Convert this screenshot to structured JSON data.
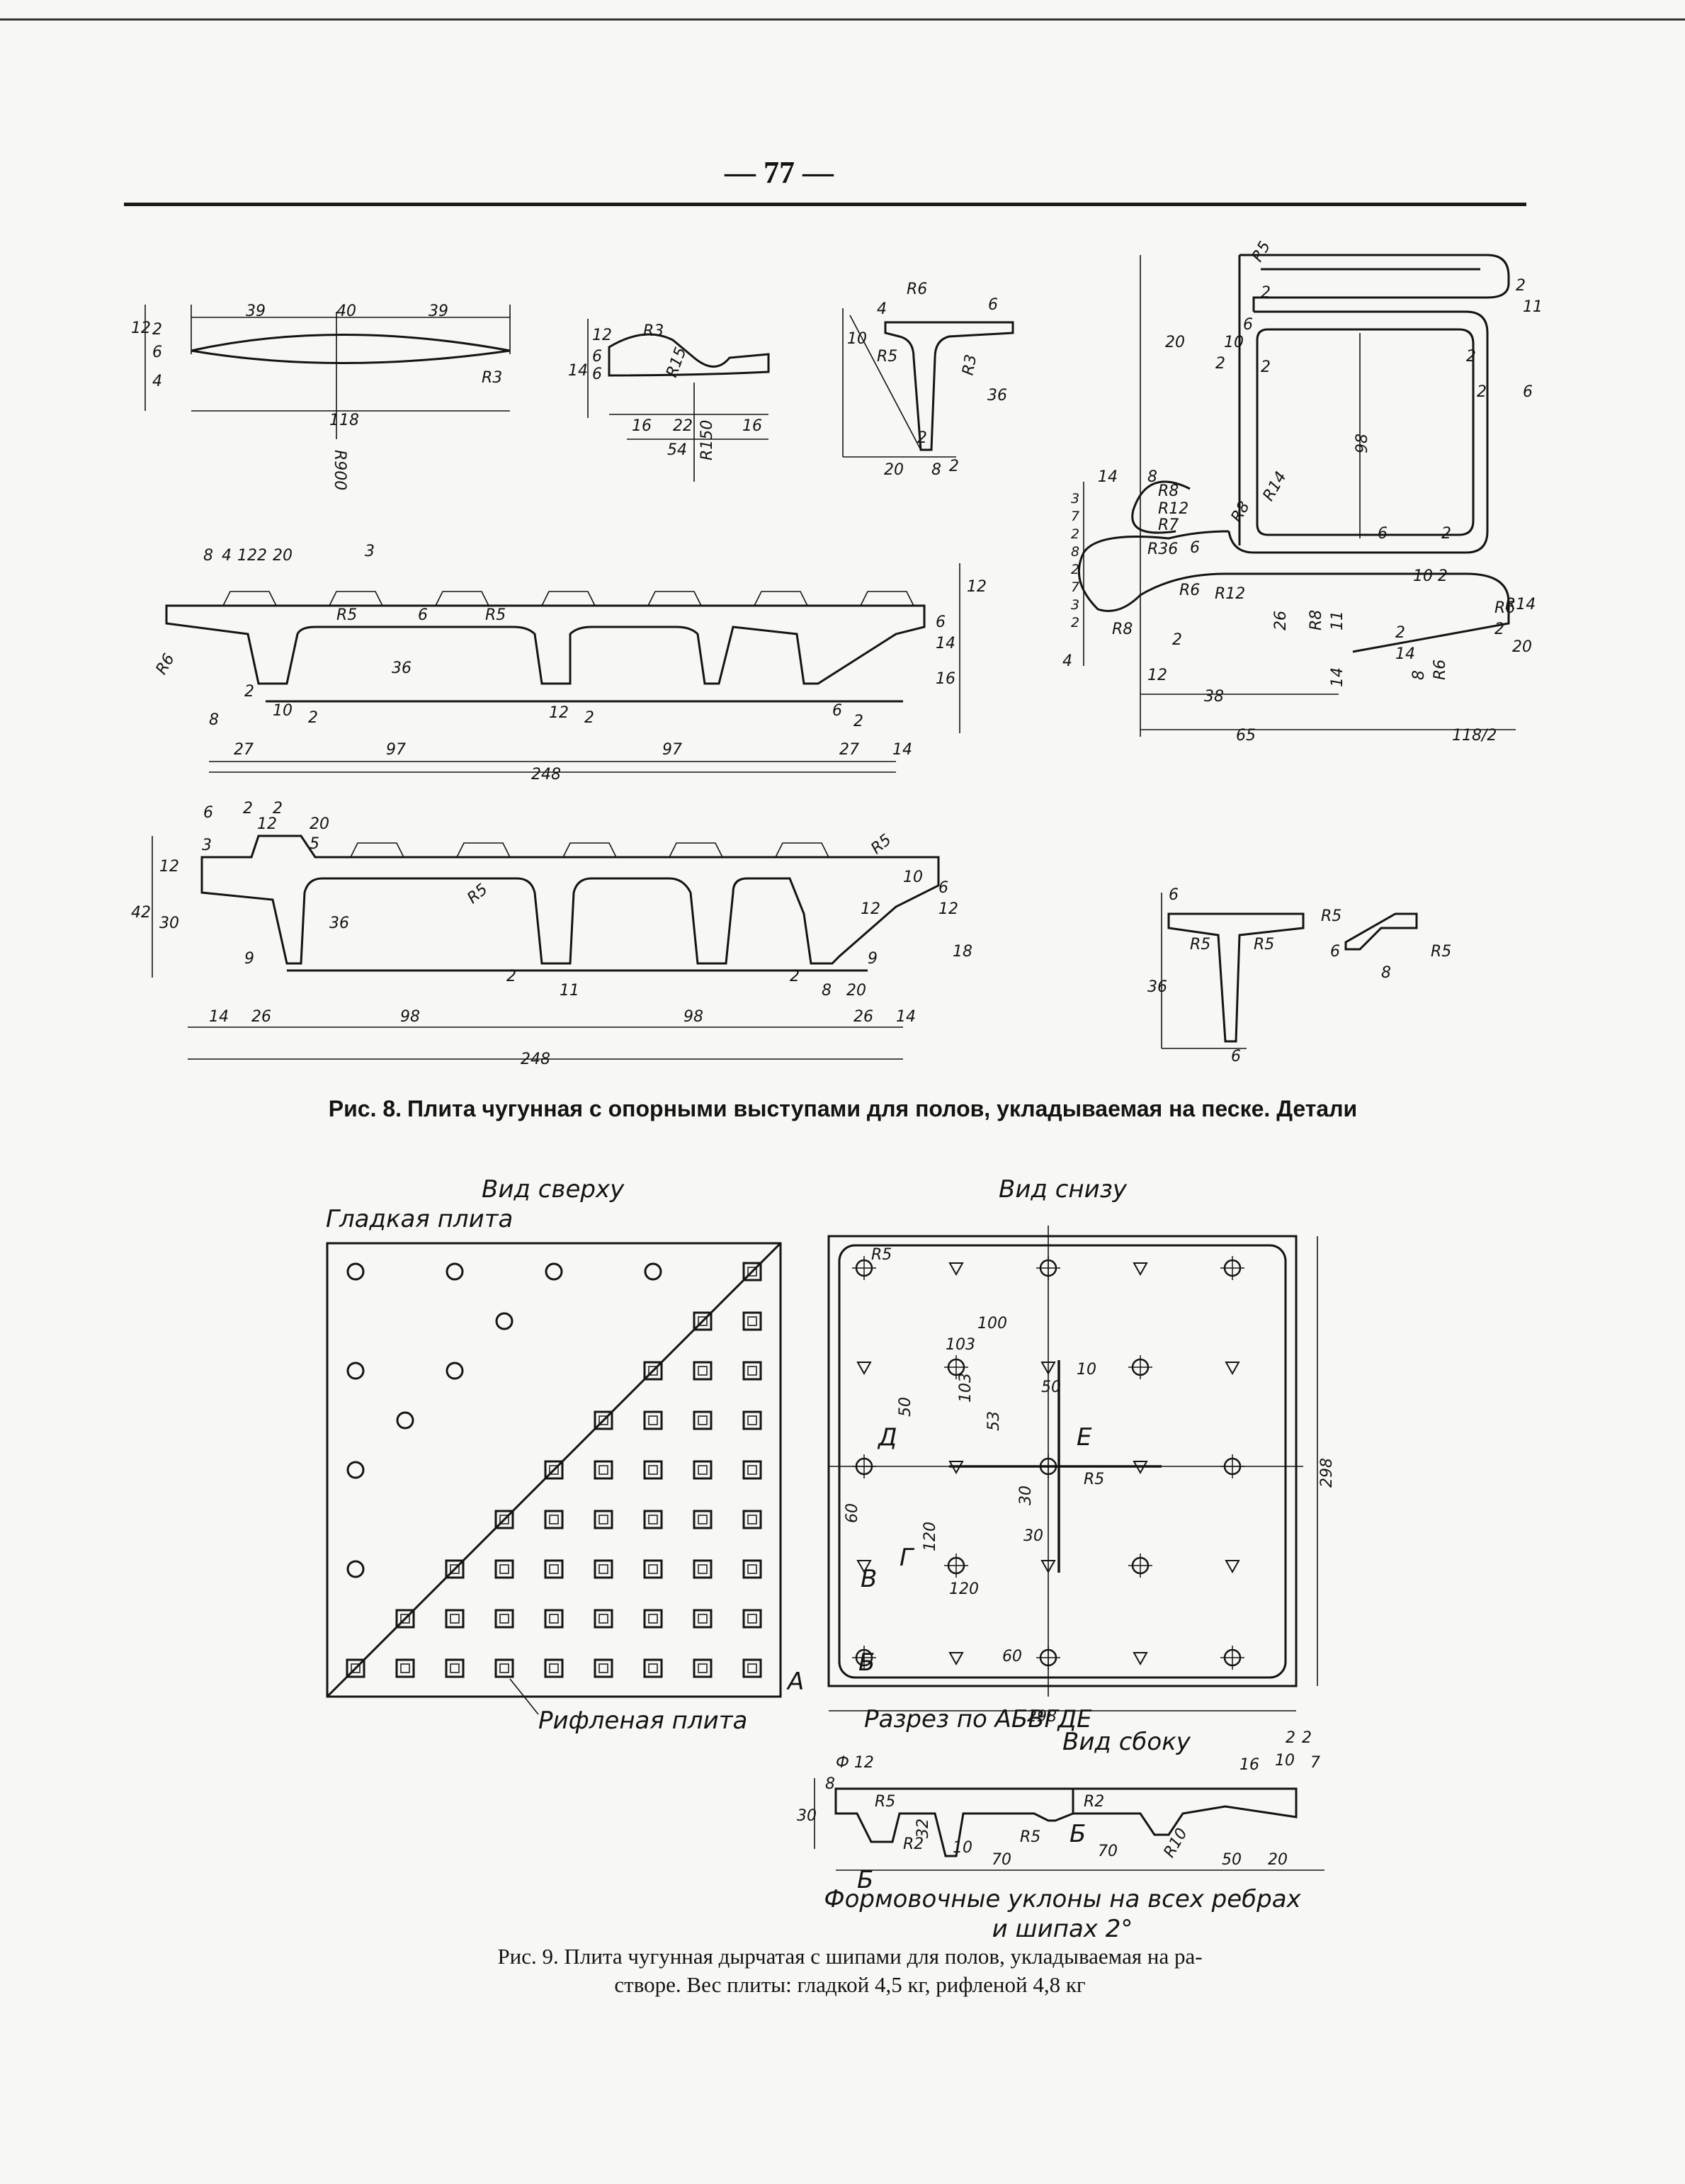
{
  "page": {
    "number": "— 77 —"
  },
  "figure8": {
    "caption_label": "Рис. 8.",
    "caption_text": "Плита чугунная с опорными выступами для полов, укладываемая на песке. Детали",
    "detail1": {
      "dims": [
        "39",
        "40",
        "39",
        "118",
        "R3",
        "R900",
        "12",
        "2",
        "6",
        "4"
      ]
    },
    "detail2": {
      "dims": [
        "R3",
        "R15",
        "R150",
        "16",
        "22",
        "16",
        "54",
        "14",
        "6",
        "6",
        "12"
      ]
    },
    "detail3": {
      "dims": [
        "R6",
        "R5",
        "R3",
        "4",
        "10",
        "6",
        "36",
        "20",
        "8",
        "2",
        "2"
      ]
    },
    "section1": {
      "dims": [
        "8",
        "4",
        "12",
        "2",
        "20",
        "3",
        "R5",
        "R5",
        "R6",
        "6",
        "36",
        "6",
        "14",
        "16",
        "12",
        "2",
        "10",
        "2",
        "12",
        "2",
        "6",
        "2",
        "8",
        "27",
        "97",
        "97",
        "27",
        "14",
        "248"
      ]
    },
    "section2": {
      "dims": [
        "6",
        "2",
        "2",
        "12",
        "20",
        "3",
        "5",
        "R5",
        "R5",
        "12",
        "42",
        "30",
        "12",
        "36",
        "9",
        "9",
        "10",
        "6",
        "12",
        "18",
        "2",
        "11",
        "2",
        "8",
        "20",
        "14",
        "26",
        "98",
        "98",
        "26",
        "14",
        "248"
      ]
    },
    "corner": {
      "dims": [
        "R5",
        "2",
        "20",
        "2",
        "10",
        "6",
        "2",
        "2",
        "11",
        "2",
        "2",
        "6",
        "98",
        "14",
        "8",
        "R8",
        "R12",
        "R7",
        "R14",
        "R8",
        "R36",
        "6",
        "R6",
        "R12",
        "R8",
        "2",
        "10",
        "2",
        "R6",
        "2",
        "R14",
        "20",
        "26",
        "R8",
        "11",
        "2",
        "14",
        "8",
        "R6",
        "14",
        "12",
        "38",
        "65",
        "118/2",
        "3",
        "7",
        "2",
        "8",
        "2",
        "7",
        "3",
        "2",
        "4",
        "6",
        "2"
      ]
    },
    "tee": {
      "dims": [
        "6",
        "R5",
        "R5",
        "36",
        "6",
        "R5",
        "6",
        "R5",
        "8"
      ]
    }
  },
  "figure9": {
    "caption_line1": "Рис. 9. Плита чугунная дырчатая с шипами для полов, укладываемая на ра-",
    "caption_line2": "створе. Вес плиты: гладкой 4,5 кг, рифленой 4,8 кг",
    "top_view_title": "Вид сверху",
    "smooth_plate": "Гладкая плита",
    "ribbed_plate": "Рифленая плита",
    "bottom_view_title": "Вид снизу",
    "side_view_title": "Вид сбоку",
    "section_title": "Разрез по АБВГДЕ",
    "molding_note_line1": "Формовочные уклоны на всех ребрах",
    "molding_note_line2": "и шипах 2°",
    "label_a": "А",
    "bottom_dims": [
      "R5",
      "100",
      "103",
      "10",
      "50",
      "50",
      "103",
      "53",
      "Д",
      "Е",
      "R5",
      "30",
      "30",
      "60",
      "120",
      "В",
      "Г",
      "120",
      "60",
      "Б",
      "298",
      "298"
    ],
    "side_dims": [
      "Ф 12",
      "16",
      "10",
      "2",
      "2",
      "7",
      "R2",
      "30",
      "32",
      "R5",
      "R2",
      "R5",
      "Б",
      "Б",
      "10",
      "70",
      "70",
      "R10",
      "50",
      "20",
      "8"
    ]
  }
}
